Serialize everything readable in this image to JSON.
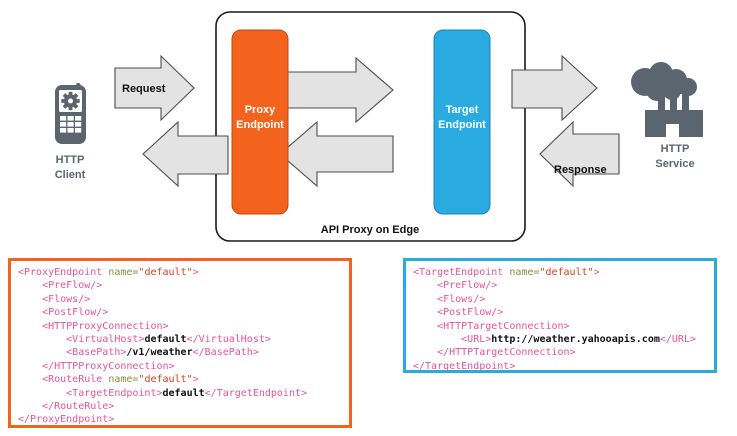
{
  "diagram": {
    "container_label": "API Proxy on Edge",
    "nodes": {
      "client": {
        "label_line1": "HTTP",
        "label_line2": "Client",
        "icon": "mobile-phone-gear-icon",
        "color": "#5A6570"
      },
      "proxy_endpoint": {
        "label_line1": "Proxy",
        "label_line2": "Endpoint",
        "color": "#F4631E"
      },
      "target_endpoint": {
        "label_line1": "Target",
        "label_line2": "Endpoint",
        "color": "#29ABE2"
      },
      "service": {
        "label_line1": "HTTP",
        "label_line2": "Service",
        "icon": "cloud-factory-icon",
        "color": "#5A6570"
      }
    },
    "arrows": {
      "request_label": "Request",
      "response_label": "Response",
      "fill": "#E3E3E3",
      "stroke": "#4D4D4D"
    }
  },
  "code_blocks": [
    {
      "id": "proxy",
      "name": "proxy-endpoint-config",
      "border_color": "#F4631E",
      "lines": [
        [
          {
            "t": "tag",
            "s": "<ProxyEndpoint "
          },
          {
            "t": "attr",
            "s": "name="
          },
          {
            "t": "val",
            "s": "\"default\""
          },
          {
            "t": "tag",
            "s": ">"
          }
        ],
        [
          {
            "t": "tag",
            "s": "    <PreFlow/>"
          }
        ],
        [
          {
            "t": "tag",
            "s": "    <Flows/>"
          }
        ],
        [
          {
            "t": "tag",
            "s": "    <PostFlow/>"
          }
        ],
        [
          {
            "t": "tag",
            "s": "    <HTTPProxyConnection>"
          }
        ],
        [
          {
            "t": "tag",
            "s": "        <VirtualHost>"
          },
          {
            "t": "text",
            "s": "default"
          },
          {
            "t": "tag",
            "s": "</VirtualHost>"
          }
        ],
        [
          {
            "t": "tag",
            "s": "        <BasePath>"
          },
          {
            "t": "text",
            "s": "/v1/weather"
          },
          {
            "t": "tag",
            "s": "</BasePath>"
          }
        ],
        [
          {
            "t": "tag",
            "s": "    </HTTPProxyConnection>"
          }
        ],
        [
          {
            "t": "tag",
            "s": "    <RouteRule "
          },
          {
            "t": "attr",
            "s": "name="
          },
          {
            "t": "val",
            "s": "\"default\""
          },
          {
            "t": "tag",
            "s": ">"
          }
        ],
        [
          {
            "t": "tag",
            "s": "        <TargetEndpoint>"
          },
          {
            "t": "text",
            "s": "default"
          },
          {
            "t": "tag",
            "s": "</TargetEndpoint>"
          }
        ],
        [
          {
            "t": "tag",
            "s": "    </RouteRule>"
          }
        ],
        [
          {
            "t": "tag",
            "s": "</ProxyEndpoint>"
          }
        ]
      ]
    },
    {
      "id": "target",
      "name": "target-endpoint-config",
      "border_color": "#29ABE2",
      "lines": [
        [
          {
            "t": "tag",
            "s": "<TargetEndpoint "
          },
          {
            "t": "attr",
            "s": "name="
          },
          {
            "t": "val",
            "s": "\"default\""
          },
          {
            "t": "tag",
            "s": ">"
          }
        ],
        [
          {
            "t": "tag",
            "s": "    <PreFlow/>"
          }
        ],
        [
          {
            "t": "tag",
            "s": "    <Flows/>"
          }
        ],
        [
          {
            "t": "tag",
            "s": "    <PostFlow/>"
          }
        ],
        [
          {
            "t": "tag",
            "s": "    <HTTPTargetConnection>"
          }
        ],
        [
          {
            "t": "tag",
            "s": "        <URL>"
          },
          {
            "t": "text",
            "s": "http://weather.yahooapis.com"
          },
          {
            "t": "tag",
            "s": "</URL>"
          }
        ],
        [
          {
            "t": "tag",
            "s": "    </HTTPTargetConnection>"
          }
        ],
        [
          {
            "t": "tag",
            "s": "</TargetEndpoint>"
          }
        ]
      ]
    }
  ]
}
